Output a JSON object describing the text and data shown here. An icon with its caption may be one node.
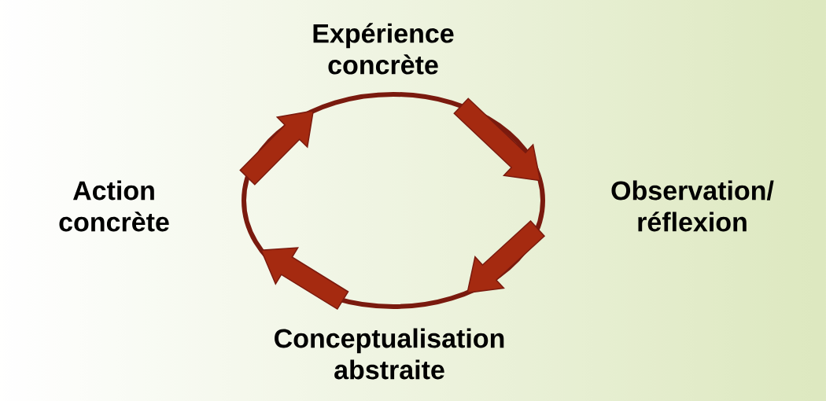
{
  "diagram": {
    "nodes": [
      {
        "text": [
          "Expérience concrète"
        ]
      },
      {
        "text": [
          "Observation/ réflexion"
        ]
      },
      {
        "text": [
          "Conceptualisation abstraite"
        ]
      },
      {
        "text": [
          "Action concrète"
        ]
      }
    ]
  }
}
